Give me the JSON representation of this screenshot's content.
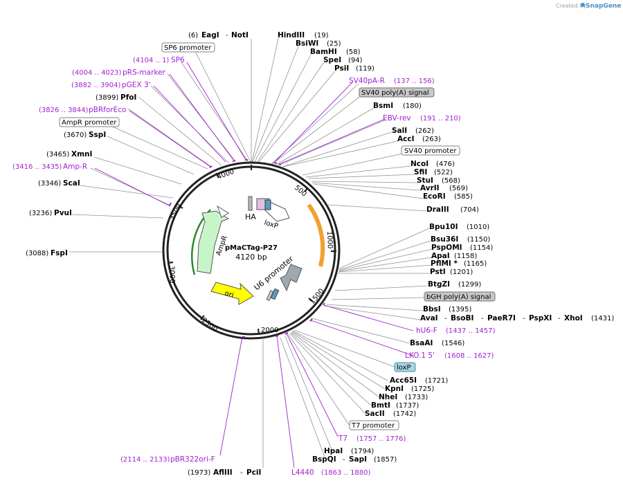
{
  "credit": {
    "prefix": "Created by",
    "brand": "SnapGene"
  },
  "plasmid": {
    "name": "pMaCTag-P27",
    "size_label": "4120 bp"
  },
  "ticks": [
    "500",
    "1000",
    "1500",
    "2000",
    "2500",
    "3000",
    "3500",
    "4000"
  ],
  "inner_features": [
    {
      "label": "HA"
    },
    {
      "label": "loxP"
    },
    {
      "label": "AmpR"
    },
    {
      "label": "ori"
    },
    {
      "label": "U6 promoter"
    }
  ],
  "sites": [
    {
      "name": "EagI",
      "dash": "-",
      "name2": "NotI",
      "pos": "(6)"
    },
    {
      "name": "HindIII",
      "pos": "(19)"
    },
    {
      "name": "BsiWI",
      "pos": "(25)"
    },
    {
      "name": "BamHI",
      "pos": "(58)"
    },
    {
      "name": "SpeI",
      "pos": "(94)"
    },
    {
      "name": "PsiI",
      "pos": "(119)"
    },
    {
      "name": "BsmI",
      "pos": "(180)"
    },
    {
      "name": "SalI",
      "pos": "(262)"
    },
    {
      "name": "AccI",
      "pos": "(263)"
    },
    {
      "name": "NcoI",
      "pos": "(476)"
    },
    {
      "name": "SfiI",
      "pos": "(522)"
    },
    {
      "name": "StuI",
      "pos": "(568)"
    },
    {
      "name": "AvrII",
      "pos": "(569)"
    },
    {
      "name": "EcoRI",
      "pos": "(585)"
    },
    {
      "name": "DraIII",
      "pos": "(704)"
    },
    {
      "name": "Bpu10I",
      "pos": "(1010)"
    },
    {
      "name": "Bsu36I",
      "pos": "(1150)"
    },
    {
      "name": "PspOMI",
      "pos": "(1154)"
    },
    {
      "name": "ApaI",
      "pos": "(1158)"
    },
    {
      "name": "PflMI *",
      "pos": "(1165)"
    },
    {
      "name": "PstI",
      "pos": "(1201)"
    },
    {
      "name": "BtgZI",
      "pos": "(1299)"
    },
    {
      "name": "BbsI",
      "pos": "(1395)"
    },
    {
      "name": "AvaI",
      "dash": "-",
      "name2": "BsoBI",
      "dash2": "-",
      "name3": "PaeR7I",
      "dash3": "-",
      "name4": "PspXI",
      "dash4": "-",
      "name5": "XhoI",
      "pos": "(1431)"
    },
    {
      "name": "BsaAI",
      "pos": "(1546)"
    },
    {
      "name": "Acc65I",
      "pos": "(1721)"
    },
    {
      "name": "KpnI",
      "pos": "(1725)"
    },
    {
      "name": "NheI",
      "pos": "(1733)"
    },
    {
      "name": "BmtI",
      "pos": "(1737)"
    },
    {
      "name": "SacII",
      "pos": "(1742)"
    },
    {
      "name": "HpaI",
      "pos": "(1794)"
    },
    {
      "name": "BspQI",
      "dash": "-",
      "name2": "SapI",
      "pos": "(1857)"
    },
    {
      "name": "AflIII",
      "dash": "-",
      "name2": "PciI",
      "pos": "(1973)"
    },
    {
      "name": "FspI",
      "pos": "(3088)"
    },
    {
      "name": "PvuI",
      "pos": "(3236)"
    },
    {
      "name": "ScaI",
      "pos": "(3346)"
    },
    {
      "name": "XmnI",
      "pos": "(3465)"
    },
    {
      "name": "SspI",
      "pos": "(3670)"
    },
    {
      "name": "PfoI",
      "pos": "(3899)"
    }
  ],
  "primers": [
    {
      "name": "SP6",
      "range": "(4104 .. 1)"
    },
    {
      "name": "pRS-marker",
      "range": "(4004 .. 4023)"
    },
    {
      "name": "pGEX 3'",
      "range": "(3882 .. 3904)"
    },
    {
      "name": "pBRforEco",
      "range": "(3826 .. 3844)"
    },
    {
      "name": "Amp-R",
      "range": "(3416 .. 3435)"
    },
    {
      "name": "SV40pA-R",
      "range": "(137 .. 156)"
    },
    {
      "name": "EBV-rev",
      "range": "(191 .. 210)"
    },
    {
      "name": "hU6-F",
      "range": "(1437 .. 1457)"
    },
    {
      "name": "LKO.1 5'",
      "range": "(1608 .. 1627)"
    },
    {
      "name": "T7",
      "range": "(1757 .. 1776)"
    },
    {
      "name": "L4440",
      "range": "(1863 .. 1880)"
    },
    {
      "name": "pBR322ori-F",
      "range": "(2114 .. 2133)"
    }
  ],
  "feature_boxes": [
    {
      "label": "SP6 promoter"
    },
    {
      "label": "AmpR promoter"
    },
    {
      "label": "SV40 poly(A) signal"
    },
    {
      "label": "SV40 promoter"
    },
    {
      "label": "bGH poly(A) signal"
    },
    {
      "label": "loxP"
    },
    {
      "label": "T7 promoter"
    }
  ]
}
